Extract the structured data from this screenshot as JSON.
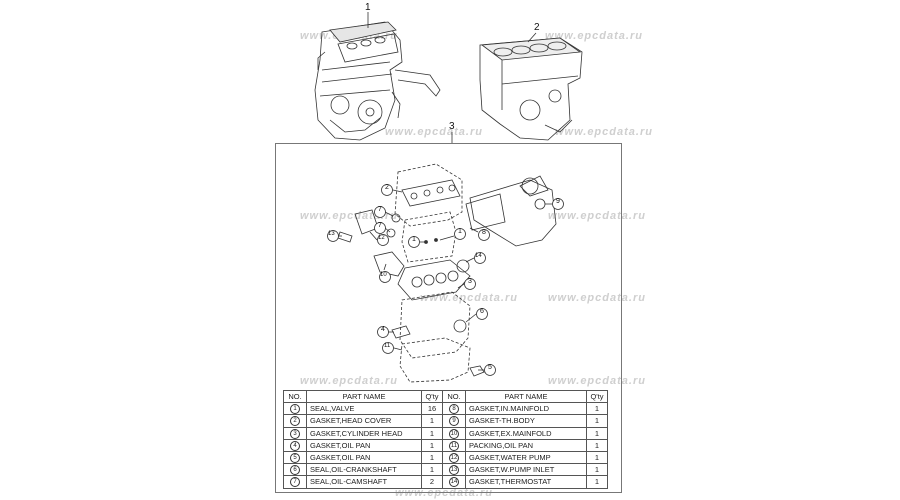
{
  "watermark": "www.epcdata.ru",
  "callouts": {
    "top1": "1",
    "top2": "2",
    "top3": "3",
    "k1a": "1",
    "k1b": "1",
    "k2": "2",
    "k3": "3",
    "k4": "4",
    "k5": "5",
    "k6": "6",
    "k7": "7",
    "k8": "8",
    "k9": "9",
    "k10": "10",
    "k11": "11",
    "k12": "12",
    "k13": "13",
    "k14": "14"
  },
  "table": {
    "headers": {
      "no": "NO.",
      "name": "PART NAME",
      "qty": "Q'ty"
    },
    "rows": [
      {
        "l_no": "1",
        "l_name": "SEAL,VALVE",
        "l_qty": "16",
        "r_no": "8",
        "r_name": "GASKET,IN.MAINFOLD",
        "r_qty": "1"
      },
      {
        "l_no": "2",
        "l_name": "GASKET,HEAD COVER",
        "l_qty": "1",
        "r_no": "9",
        "r_name": "GASKET-TH.BODY",
        "r_qty": "1"
      },
      {
        "l_no": "3",
        "l_name": "GASKET,CYLINDER HEAD",
        "l_qty": "1",
        "r_no": "10",
        "r_name": "GASKET,EX.MAINFOLD",
        "r_qty": "1"
      },
      {
        "l_no": "4",
        "l_name": "GASKET,OIL PAN",
        "l_qty": "1",
        "r_no": "11",
        "r_name": "PACKING,OIL PAN",
        "r_qty": "1"
      },
      {
        "l_no": "5",
        "l_name": "GASKET,OIL PAN",
        "l_qty": "1",
        "r_no": "12",
        "r_name": "GASKET,WATER PUMP",
        "r_qty": "1"
      },
      {
        "l_no": "6",
        "l_name": "SEAL,OIL-CRANKSHAFT",
        "l_qty": "1",
        "r_no": "13",
        "r_name": "GASKET,W.PUMP INLET",
        "r_qty": "1"
      },
      {
        "l_no": "7",
        "l_name": "SEAL,OIL-CAMSHAFT",
        "l_qty": "2",
        "r_no": "14",
        "r_name": "GASKET,THERMOSTAT",
        "r_qty": "1"
      }
    ]
  }
}
